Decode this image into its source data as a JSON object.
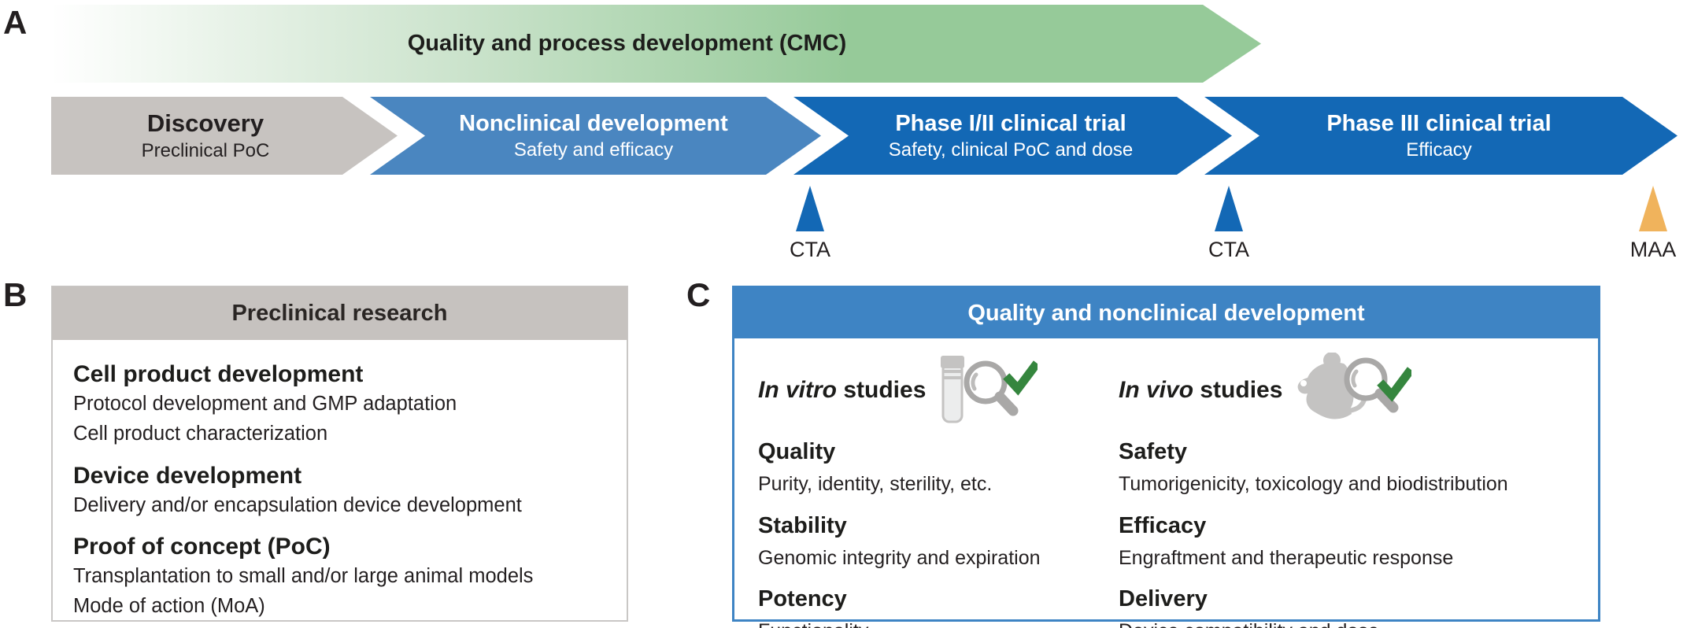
{
  "panel_a": {
    "label": "A",
    "cmc_arrow": {
      "label": "Quality and process development (CMC)",
      "gradient_start": "#ffffff",
      "gradient_end": "#96ca99"
    },
    "phases": [
      {
        "title": "Discovery",
        "subtitle": "Preclinical PoC",
        "bg": "#c7c3c0",
        "text_color": "#231f20"
      },
      {
        "title": "Nonclinical development",
        "subtitle": "Safety and efficacy",
        "bg": "#4a86c0",
        "text_color": "#ffffff"
      },
      {
        "title": "Phase I/II clinical trial",
        "subtitle": "Safety, clinical PoC and dose",
        "bg": "#1368b5",
        "text_color": "#ffffff"
      },
      {
        "title": "Phase III clinical trial",
        "subtitle": "Efficacy",
        "bg": "#1368b5",
        "text_color": "#ffffff"
      }
    ],
    "milestones": [
      {
        "label": "CTA",
        "color": "#1368b5"
      },
      {
        "label": "CTA",
        "color": "#1368b5"
      },
      {
        "label": "MAA",
        "color": "#f0b35c"
      }
    ]
  },
  "panel_b": {
    "label": "B",
    "header": "Preclinical research",
    "header_bg": "#c6c2bf",
    "items": [
      {
        "heading": "Cell product development",
        "lines": [
          "Protocol development and GMP adaptation",
          "Cell product characterization"
        ]
      },
      {
        "heading": "Device development",
        "lines": [
          "Delivery and/or encapsulation device development"
        ]
      },
      {
        "heading": "Proof of concept (PoC)",
        "lines": [
          "Transplantation to small and/or large animal models",
          "Mode of action (MoA)"
        ]
      }
    ]
  },
  "panel_c": {
    "label": "C",
    "header": "Quality and nonclinical development",
    "header_bg": "#3e84c4",
    "check_color": "#35863e",
    "icon_gray": "#c4c3c2",
    "magnifier_gray": "#a9a8a7",
    "columns": [
      {
        "heading_italic": "In vitro",
        "heading_rest": " studies",
        "icon": "vial-magnifier-check-icon",
        "items": [
          {
            "heading": "Quality",
            "line": "Purity, identity, sterility, etc."
          },
          {
            "heading": "Stability",
            "line": "Genomic integrity and expiration"
          },
          {
            "heading": "Potency",
            "line": "Functionality"
          }
        ]
      },
      {
        "heading_italic": "In vivo",
        "heading_rest": " studies",
        "icon": "mouse-magnifier-check-icon",
        "items": [
          {
            "heading": "Safety",
            "line": "Tumorigenicity, toxicology and biodistribution"
          },
          {
            "heading": "Efficacy",
            "line": "Engraftment and therapeutic response"
          },
          {
            "heading": "Delivery",
            "line": "Device compatibility and dose"
          }
        ]
      }
    ]
  }
}
